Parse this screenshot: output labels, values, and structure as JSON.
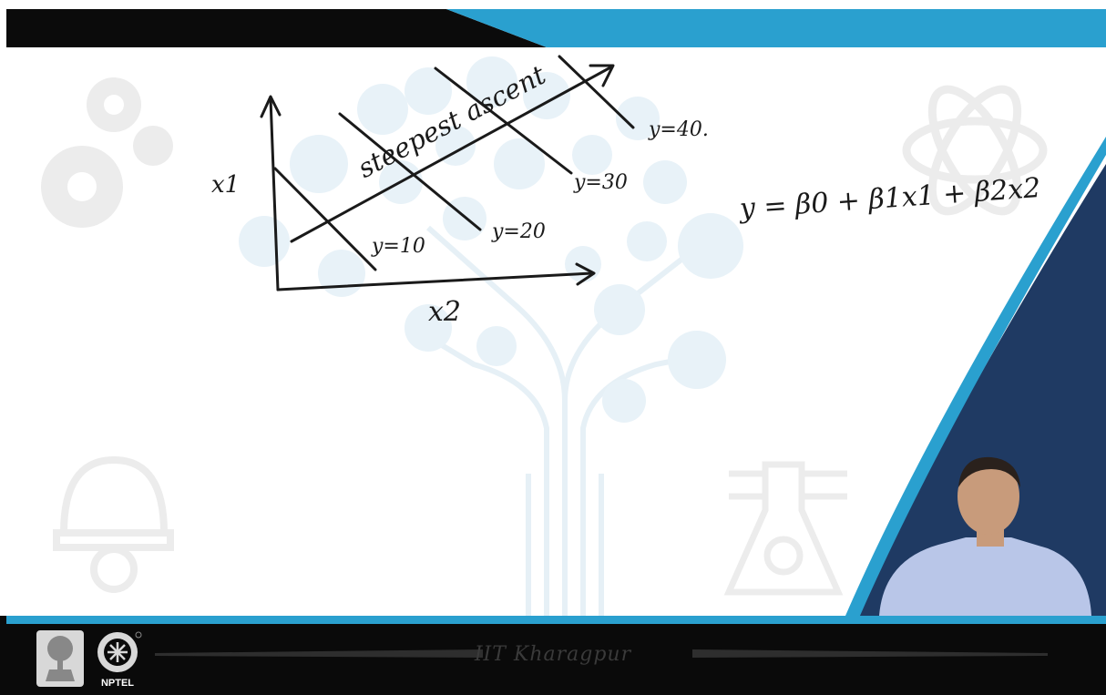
{
  "slide": {
    "axes": {
      "vertical": "x1",
      "horizontal": "x2"
    },
    "direction_label": "steepest ascent",
    "contours": [
      "y=10",
      "y=20",
      "y=30",
      "y=40."
    ],
    "equation": "y = β0 + β1x1 + β2x2"
  },
  "footer": {
    "institute": "IIT Kharagpur",
    "logo_label": "NPTEL"
  },
  "colors": {
    "header_black": "#0b0b0b",
    "accent_blue": "#2aa0cf",
    "navy": "#1f3a63",
    "ink": "#1a1a1a"
  }
}
